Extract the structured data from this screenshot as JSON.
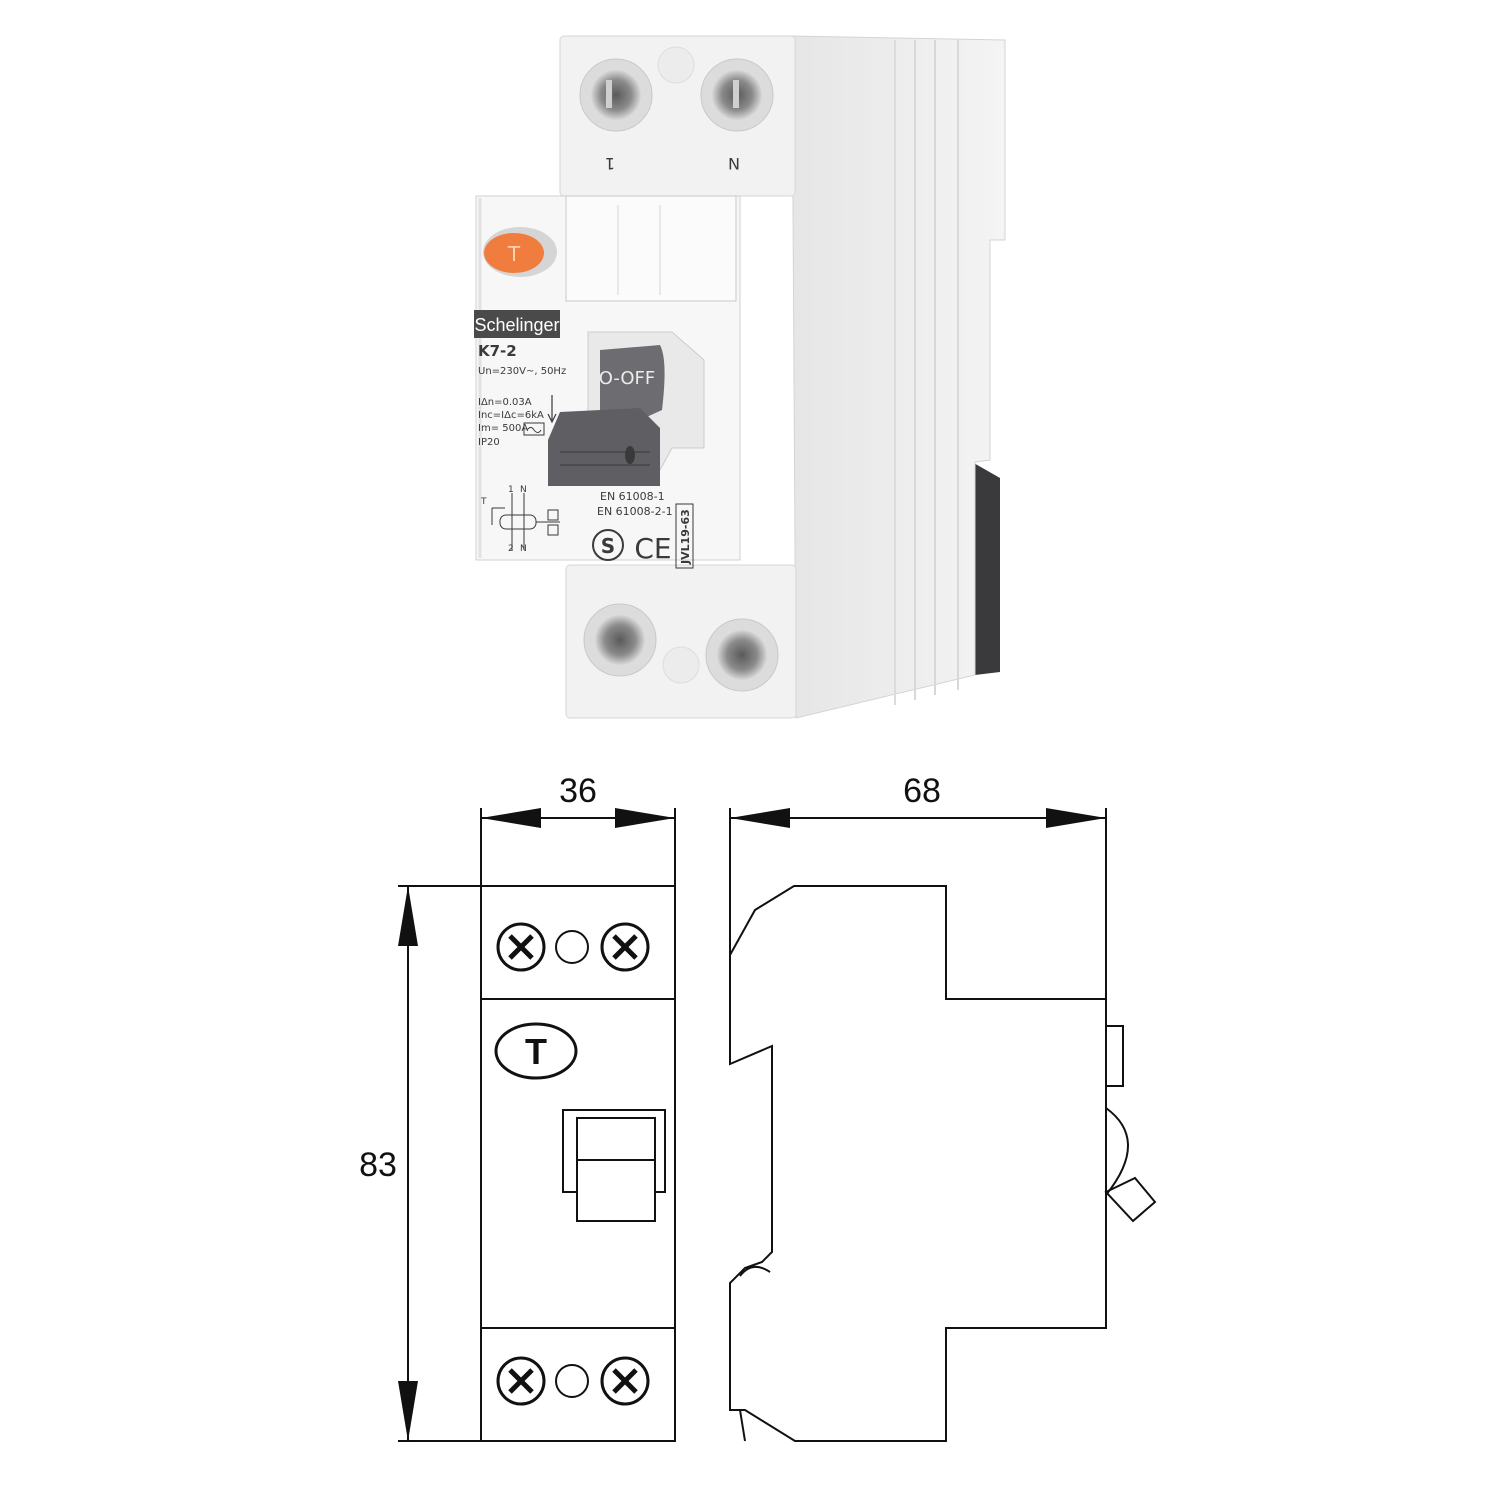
{
  "product": {
    "brand": "Schelinger",
    "model": "K7-2",
    "specs": [
      "Un=230V~, 50Hz",
      "IΔn=0.03A",
      "Inc=IΔc=6kA",
      "Im= 500A",
      "IP20"
    ],
    "standards": [
      "EN 61008-1",
      "EN 61008-2-1"
    ],
    "cert_code": "JVL19-63",
    "toggle_label": "O-OFF",
    "test_button": "T",
    "terminal_top": [
      "1",
      "N"
    ],
    "wiring_labels": {
      "t": "T",
      "top1": "1",
      "topN": "N",
      "bot2": "2",
      "botN": "N"
    },
    "mark_s": "S",
    "mark_ce": "CE"
  },
  "drawing": {
    "width_label": "36",
    "depth_label": "68",
    "height_label": "83",
    "test_symbol": "T"
  },
  "colors": {
    "body": "#eeeeee",
    "toggle": "#6a6a6e",
    "test_button": "#f07c3e",
    "brand_bar": "#4a4a4a"
  }
}
